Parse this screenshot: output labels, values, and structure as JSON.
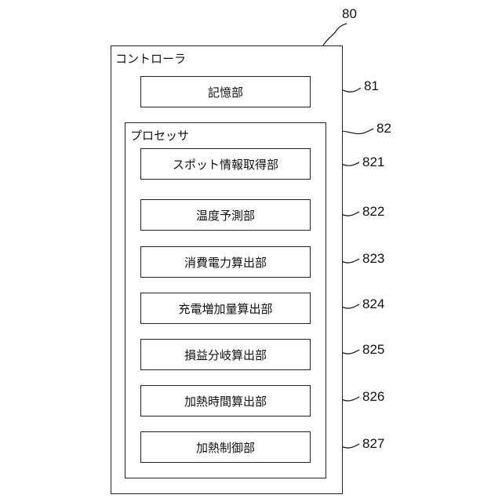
{
  "controller": {
    "ref": "80",
    "label": "コントローラ"
  },
  "memory": {
    "ref": "81",
    "label": "記憶部"
  },
  "processor": {
    "ref": "82",
    "label": "プロセッサ"
  },
  "units": [
    {
      "ref": "821",
      "label": "スポット情報取得部"
    },
    {
      "ref": "822",
      "label": "温度予測部"
    },
    {
      "ref": "823",
      "label": "消費電力算出部"
    },
    {
      "ref": "824",
      "label": "充電増加量算出部"
    },
    {
      "ref": "825",
      "label": "損益分岐算出部"
    },
    {
      "ref": "826",
      "label": "加熱時間算出部"
    },
    {
      "ref": "827",
      "label": "加熱制御部"
    }
  ]
}
